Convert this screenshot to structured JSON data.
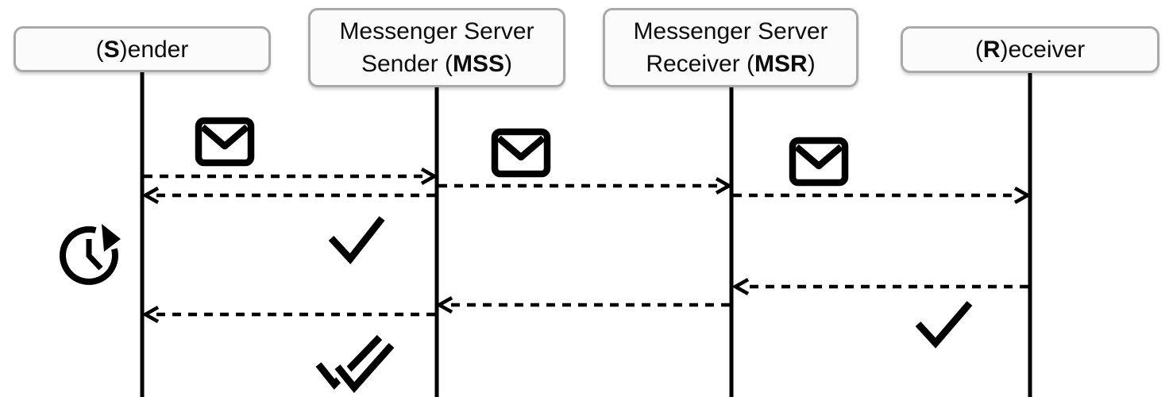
{
  "diagram": {
    "type": "sequence-diagram",
    "background": "#ffffff",
    "stroke_color": "#000000",
    "box_border_color": "#a9a9a9",
    "box_fill_color": "#fbfbfb",
    "participants": [
      {
        "id": "sender",
        "pre": "(",
        "bold": "S",
        "post": ")ender"
      },
      {
        "id": "mss",
        "line1": "Messenger Server",
        "line2_pre": "Sender (",
        "line2_bold": "MSS",
        "line2_post": ")"
      },
      {
        "id": "msr",
        "line1": "Messenger Server",
        "line2_pre": "Receiver (",
        "line2_bold": "MSR",
        "line2_post": ")"
      },
      {
        "id": "receiver",
        "pre": "(",
        "bold": "R",
        "post": ")eceiver"
      }
    ],
    "messages": [
      {
        "seq": 1,
        "from": "sender",
        "to": "mss",
        "style": "dashed",
        "icon_above": "envelope-icon"
      },
      {
        "seq": 2,
        "from": "mss",
        "to": "msr",
        "style": "dashed",
        "icon_above": "envelope-icon"
      },
      {
        "seq": 3,
        "from": "mss",
        "to": "sender",
        "style": "dashed",
        "icon_above": null
      },
      {
        "seq": 4,
        "from": "msr",
        "to": "receiver",
        "style": "dashed",
        "icon_above": "envelope-icon"
      },
      {
        "seq": 5,
        "from": "receiver",
        "to": "msr",
        "style": "dashed",
        "icon_above": null
      },
      {
        "seq": 6,
        "from": "msr",
        "to": "mss",
        "style": "dashed",
        "icon_above": null
      },
      {
        "seq": 7,
        "from": "mss",
        "to": "sender",
        "style": "dashed",
        "icon_above": null
      }
    ],
    "annotations": [
      {
        "icon": "clock-retry-icon",
        "near": "sender",
        "meaning": "pending/retry timer"
      },
      {
        "icon": "single-check-icon",
        "near": "mss",
        "meaning": "sent acknowledgment"
      },
      {
        "icon": "single-check-icon",
        "near": "receiver",
        "meaning": "received acknowledgment"
      },
      {
        "icon": "double-check-icon",
        "near": "mss",
        "meaning": "delivered acknowledgment"
      }
    ]
  }
}
